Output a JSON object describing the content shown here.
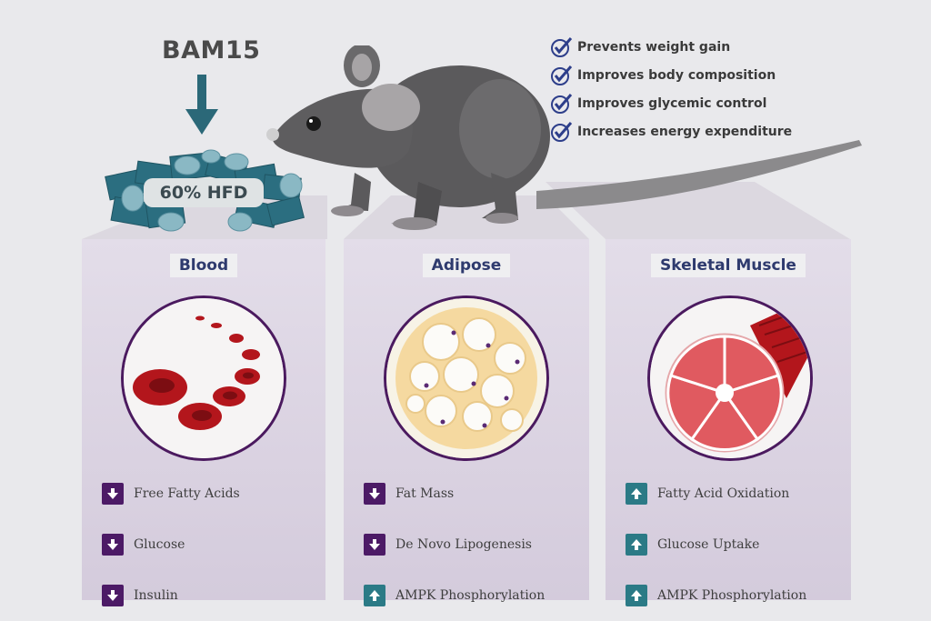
{
  "compound": "BAM15",
  "diet": "60% HFD",
  "effects": [
    "Prevents weight gain",
    "Improves body composition",
    "Improves glycemic control",
    "Increases energy expenditure"
  ],
  "panels": [
    {
      "title": "Blood",
      "items": [
        {
          "label": "Free Fatty Acids",
          "direction": "down"
        },
        {
          "label": "Glucose",
          "direction": "down"
        },
        {
          "label": "Insulin",
          "direction": "down"
        }
      ]
    },
    {
      "title": "Adipose",
      "items": [
        {
          "label": "Fat Mass",
          "direction": "down"
        },
        {
          "label": "De Novo Lipogenesis",
          "direction": "down"
        },
        {
          "label": "AMPK Phosphorylation",
          "direction": "up"
        }
      ]
    },
    {
      "title": "Skeletal Muscle",
      "items": [
        {
          "label": "Fatty Acid Oxidation",
          "direction": "up"
        },
        {
          "label": "Glucose Uptake",
          "direction": "up"
        },
        {
          "label": "AMPK Phosphorylation",
          "direction": "up"
        }
      ]
    }
  ],
  "colors": {
    "down_arrow": "#4c1a66",
    "up_arrow": "#2b7a86",
    "check": "#2d3e8a",
    "panel_title": "#2e3a6e",
    "circle_border": "#4b1a5f"
  }
}
